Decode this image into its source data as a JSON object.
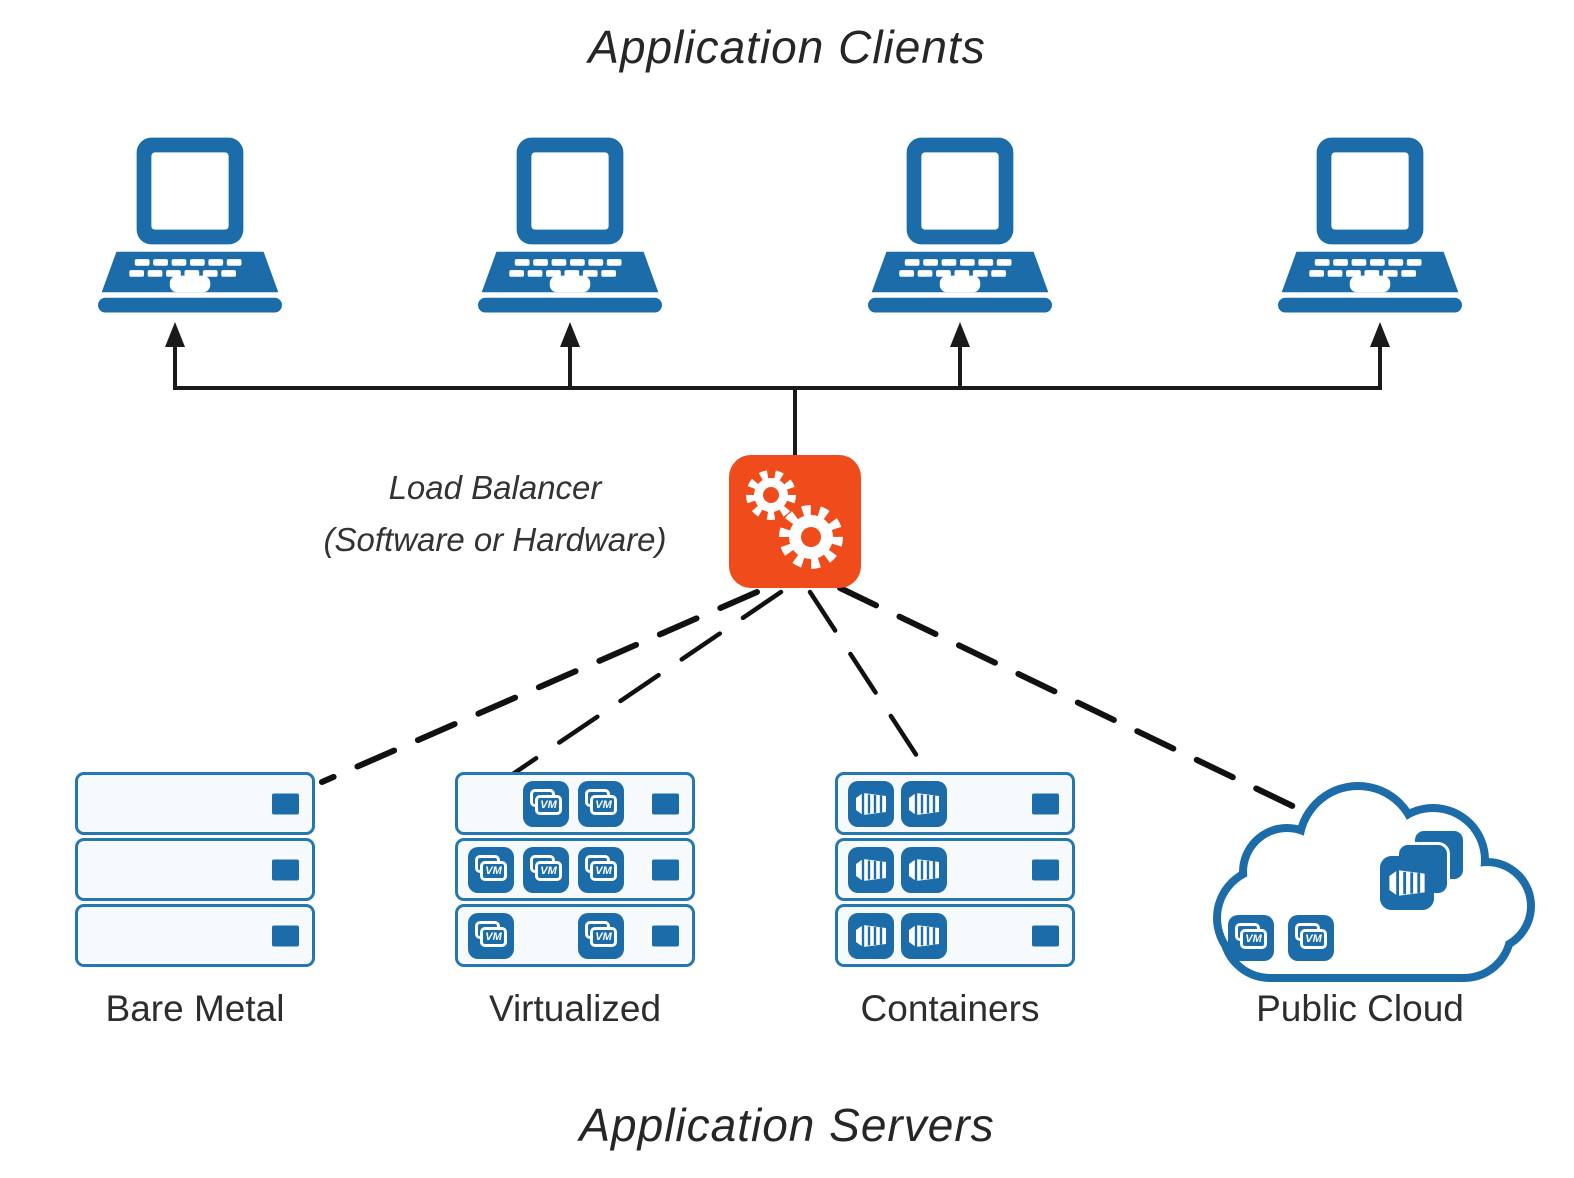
{
  "titles": {
    "top": "Application Clients",
    "bottom": "Application Servers"
  },
  "load_balancer": {
    "line1": "Load Balancer",
    "line2": "(Software or Hardware)",
    "icon": "gears-icon",
    "color": "#F04B1A"
  },
  "clients": {
    "count": 4,
    "icon": "laptop-icon",
    "color": "#1B6CA8"
  },
  "server_groups": {
    "bare_metal": {
      "label": "Bare Metal",
      "rows": 3
    },
    "virtualized": {
      "label": "Virtualized",
      "rows": 3,
      "vm_icons_per_row": [
        2,
        3,
        2
      ]
    },
    "containers": {
      "label": "Containers",
      "rows": 3,
      "container_icons_per_row": [
        2,
        2,
        2
      ]
    },
    "public_cloud": {
      "label": "Public Cloud",
      "vm_icons": 2,
      "container_stack_layers": 3
    }
  },
  "icons": {
    "vm_label": "VM"
  },
  "colors": {
    "icon_blue": "#1B6CA8",
    "server_border": "#2478AF",
    "server_fill": "#F7FAFD",
    "accent_orange": "#F04B1A",
    "line_black": "#1A1A1A"
  }
}
